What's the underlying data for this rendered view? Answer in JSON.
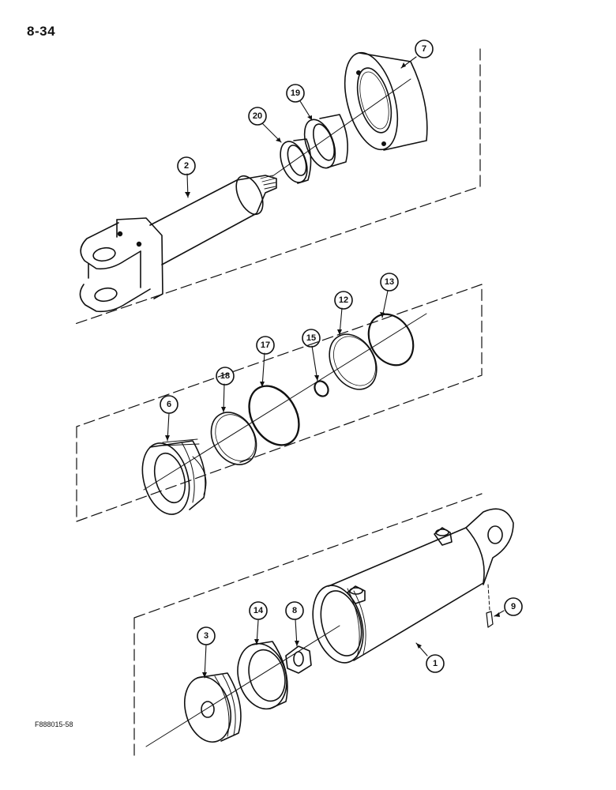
{
  "page_number": "8-34",
  "figure_code": "F888015-58",
  "callouts": {
    "c1": "1",
    "c2": "2",
    "c3": "3",
    "c6": "6",
    "c7": "7",
    "c8": "8",
    "c9": "9",
    "c12": "12",
    "c13": "13",
    "c14": "14",
    "c15": "15",
    "c17": "17",
    "c18": "18",
    "c19": "19",
    "c20": "20"
  }
}
